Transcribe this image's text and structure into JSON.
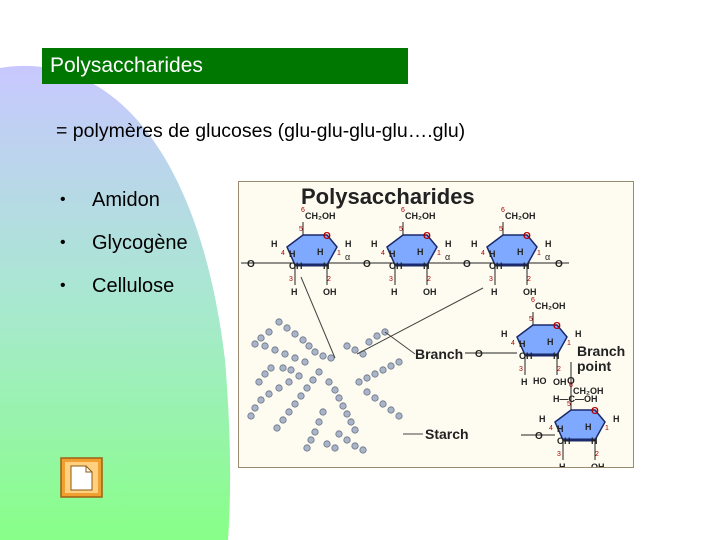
{
  "slide": {
    "title": "Polysaccharides",
    "subtitle": "= polymères de glucoses (glu-glu-glu-glu….glu)",
    "bullets": [
      "Amidon",
      "Glycogène",
      "Cellulose"
    ],
    "bullet_char": "•"
  },
  "figure": {
    "title": "Polysaccharides",
    "label_branch": "Branch",
    "label_branch_point_1": "Branch",
    "label_branch_point_2": "point",
    "label_starch": "Starch",
    "ring_labels": {
      "ch2oh": "CH₂OH",
      "h": "H",
      "oh": "OH",
      "o": "O",
      "ho": "HO",
      "alpha": "α",
      "c6": "6",
      "c5": "5",
      "c4": "4",
      "c3": "3",
      "c2": "2",
      "c1": "1",
      "hcoh": "H—C—OH"
    }
  },
  "icons": {
    "document": "document-icon"
  },
  "colors": {
    "title_bar": "#007700",
    "gradient_top": "#c8c8ff",
    "gradient_bottom": "#88ff88",
    "figure_bg": "#fefcf0",
    "ring_fill": "#7fa9ff",
    "bead": "#aab4c8"
  }
}
